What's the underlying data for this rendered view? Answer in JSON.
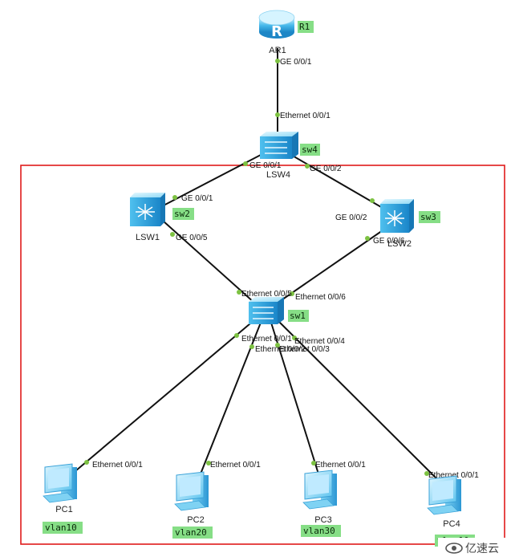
{
  "colors": {
    "link": "#111111",
    "port_dot": "#7dc242",
    "tag_bg": "#86de86",
    "frame": "#e01b1b",
    "device_light": "#b9ecff",
    "device_mid": "#3fb4ea",
    "device_dark": "#1a86c9"
  },
  "devices": {
    "r1": {
      "name": "AR1",
      "tag": "R1",
      "icon": "router-icon"
    },
    "sw4": {
      "name": "LSW4",
      "tag": "sw4",
      "icon": "switch-icon"
    },
    "sw2": {
      "name": "LSW1",
      "tag": "sw2",
      "icon": "switch-icon"
    },
    "sw3": {
      "name": "LSW2",
      "tag": "sw3",
      "icon": "switch-icon"
    },
    "sw1": {
      "name": "",
      "tag": "sw1",
      "icon": "switch-icon"
    },
    "pc1": {
      "name": "PC1",
      "tag": "vlan10",
      "icon": "pc-icon"
    },
    "pc2": {
      "name": "PC2",
      "tag": "vlan20",
      "icon": "pc-icon"
    },
    "pc3": {
      "name": "PC3",
      "tag": "vlan30",
      "icon": "pc-icon"
    },
    "pc4": {
      "name": "PC4",
      "tag": "vlan10",
      "icon": "pc-icon"
    }
  },
  "ports": {
    "r1_sw4_a": "GE 0/0/1",
    "r1_sw4_b": "Ethernet 0/0/1",
    "sw4_sw2_a": "GE 0/0/1",
    "sw4_sw2_b": "GE 0/0/1",
    "sw4_sw3_a": "GE 0/0/2",
    "sw4_sw3_b": "GE 0/0/2",
    "sw2_sw1_a": "GE 0/0/5",
    "sw2_sw1_b": "Ethernet 0/0/5",
    "sw3_sw1_a": "GE 0/0/6",
    "sw3_sw1_b": "Ethernet 0/0/6",
    "sw1_pc1_a": "Ethernet 0/0/1",
    "sw1_pc2_a": "Ethernet 0/0/2",
    "sw1_pc3_a": "Ethernet 0/0/3",
    "sw1_pc4_a": "Ethernet 0/0/4",
    "pc1_b": "Ethernet 0/0/1",
    "pc2_b": "Ethernet 0/0/1",
    "pc3_b": "Ethernet 0/0/1",
    "pc4_b": "Ethernet 0/0/1"
  },
  "watermark": {
    "text": "亿速云",
    "icon": "cloud-logo-icon"
  }
}
